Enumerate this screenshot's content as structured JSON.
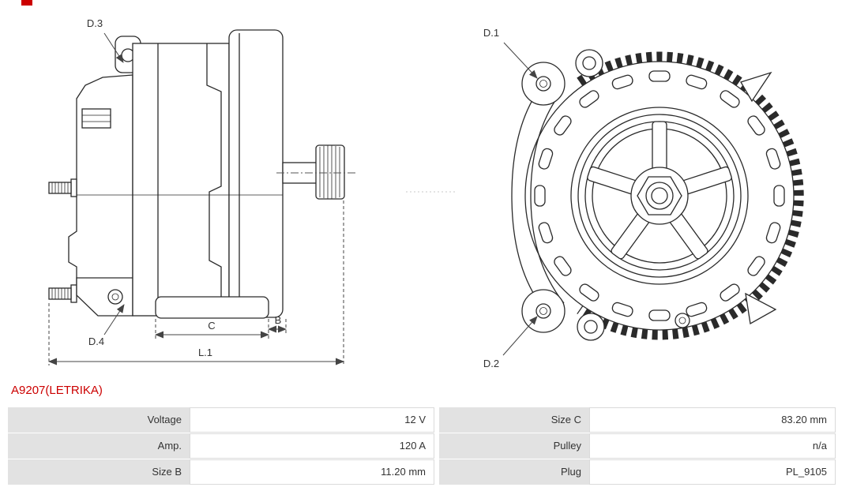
{
  "page": {
    "part_number": "A9207(LETRIKA)"
  },
  "drawing": {
    "labels": {
      "d1": "D.1",
      "d2": "D.2",
      "d3": "D.3",
      "d4": "D.4",
      "b": "B",
      "c": "C",
      "l1": "L.1"
    }
  },
  "table": {
    "rows": [
      {
        "label1": "Voltage",
        "value1": "12 V",
        "label2": "Size C",
        "value2": "83.20 mm"
      },
      {
        "label1": "Amp.",
        "value1": "120 A",
        "label2": "Pulley",
        "value2": "n/a"
      },
      {
        "label1": "Size B",
        "value1": "11.20 mm",
        "label2": "Plug",
        "value2": "PL_9105"
      }
    ]
  },
  "colors": {
    "part_number": "#cc0000",
    "label_bg": "#e2e2e2",
    "value_border": "#dadada",
    "text": "#333333",
    "drawing_stroke": "#2a2a2a"
  }
}
